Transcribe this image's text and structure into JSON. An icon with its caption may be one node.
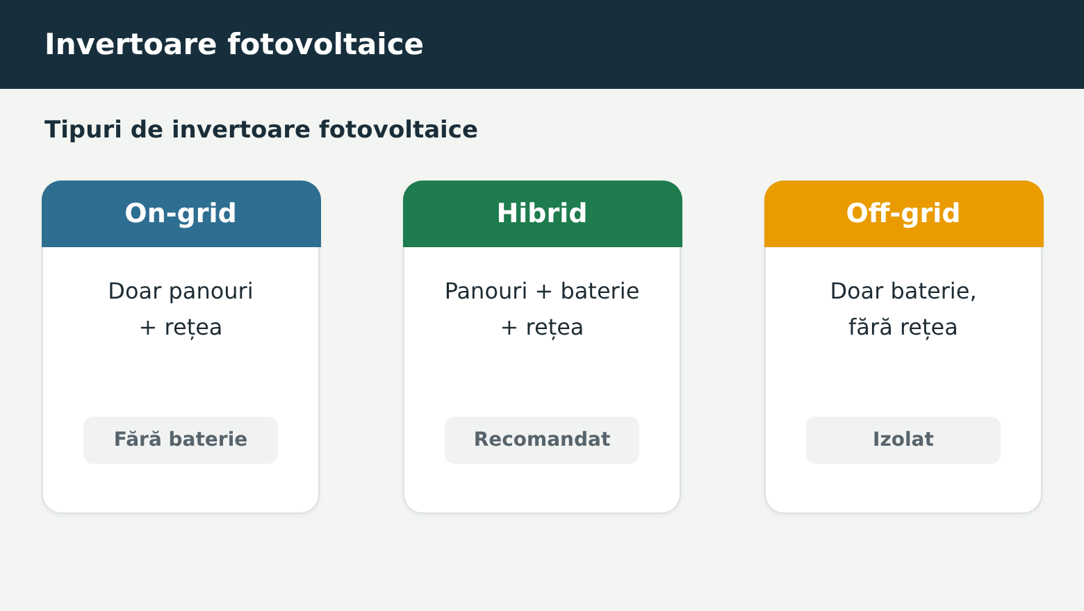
{
  "diagram": {
    "title": "Invertoare fotovoltaice",
    "nodes": [
      {
        "text": [
          "On-grid",
          "Doar panouri + rețea"
        ]
      },
      {
        "text": [
          "Fără baterie"
        ],
        "in": 0
      },
      {
        "text": [
          "Hibrid",
          "Panouri + baterie + rețea"
        ]
      },
      {
        "text": [
          "Recomandat"
        ],
        "in": 2
      },
      {
        "text": [
          "Off-grid",
          "Doar baterie, fără rețea"
        ]
      },
      {
        "text": [
          "Izolat"
        ],
        "in": 4
      }
    ],
    "labels": [
      "Tipuri de invertoare fotovoltaice"
    ]
  }
}
